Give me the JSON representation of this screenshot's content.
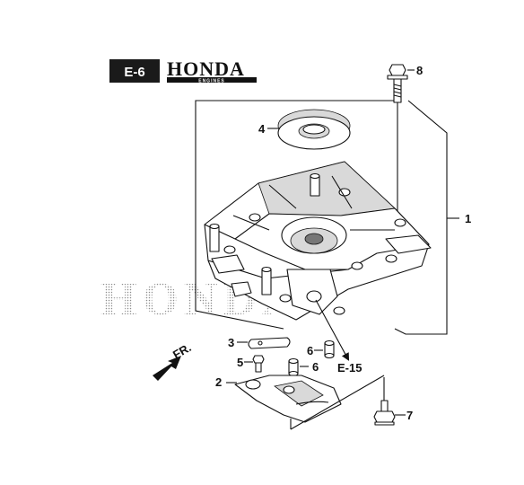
{
  "header": {
    "section_code": "E-6",
    "brand_name": "HONDA",
    "brand_sub": "ENGINES"
  },
  "watermark": {
    "text": "HONDA"
  },
  "direction": {
    "label": "FR."
  },
  "reference": {
    "label": "E-15"
  },
  "callouts": {
    "c1": "1",
    "c2": "2",
    "c3": "3",
    "c4": "4",
    "c5": "5",
    "c6a": "6",
    "c6b": "6",
    "c7": "7",
    "c8": "8"
  },
  "colors": {
    "ink": "#111111",
    "badge": "#1a1a1a",
    "watermark": "#9a9a9a"
  }
}
